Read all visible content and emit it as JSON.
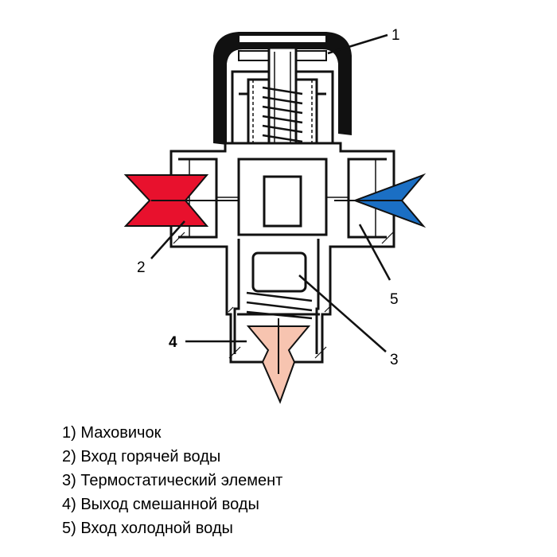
{
  "diagram": {
    "callouts": {
      "c1": "1",
      "c2": "2",
      "c3": "3",
      "c4": "4",
      "c5": "5"
    },
    "colors": {
      "hot_arrow": "#e8112d",
      "cold_arrow": "#1b6fc4",
      "mixed_arrow": "#f7c4b0",
      "outline": "#000000",
      "background": "#ffffff"
    }
  },
  "legend": {
    "items": [
      "1) Маховичок",
      "2) Вход горячей воды",
      "3) Термостатический элемент",
      "4) Выход смешанной воды",
      "5) Вход холодной воды"
    ]
  }
}
